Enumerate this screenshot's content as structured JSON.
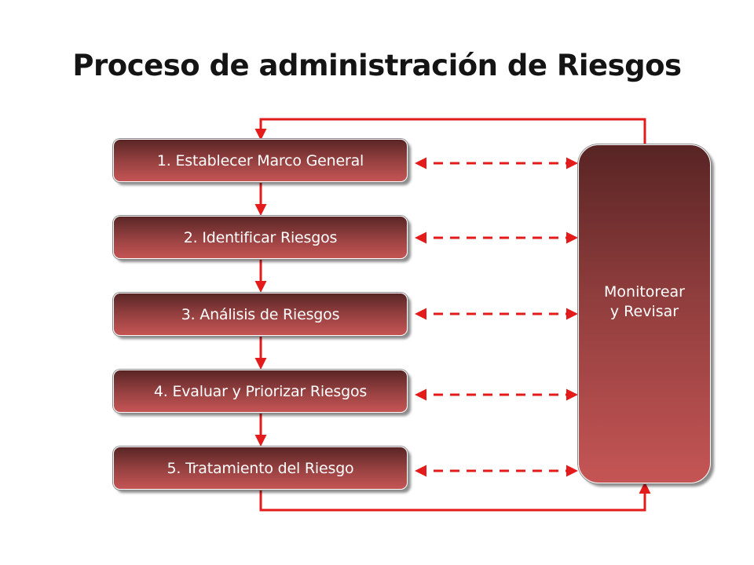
{
  "title": "Proceso de administración de Riesgos",
  "steps": [
    {
      "label": "1. Establecer Marco General"
    },
    {
      "label": "2. Identificar Riesgos"
    },
    {
      "label": "3. Análisis de Riesgos"
    },
    {
      "label": "4. Evaluar y Priorizar Riesgos"
    },
    {
      "label": "5. Tratamiento del Riesgo"
    }
  ],
  "monitor": {
    "line1": "Monitorear",
    "line2": "y Revisar"
  },
  "colors": {
    "connector": "#e31b1b",
    "box_dark": "#5a2525",
    "box_light": "#c55454",
    "title": "#141414"
  }
}
